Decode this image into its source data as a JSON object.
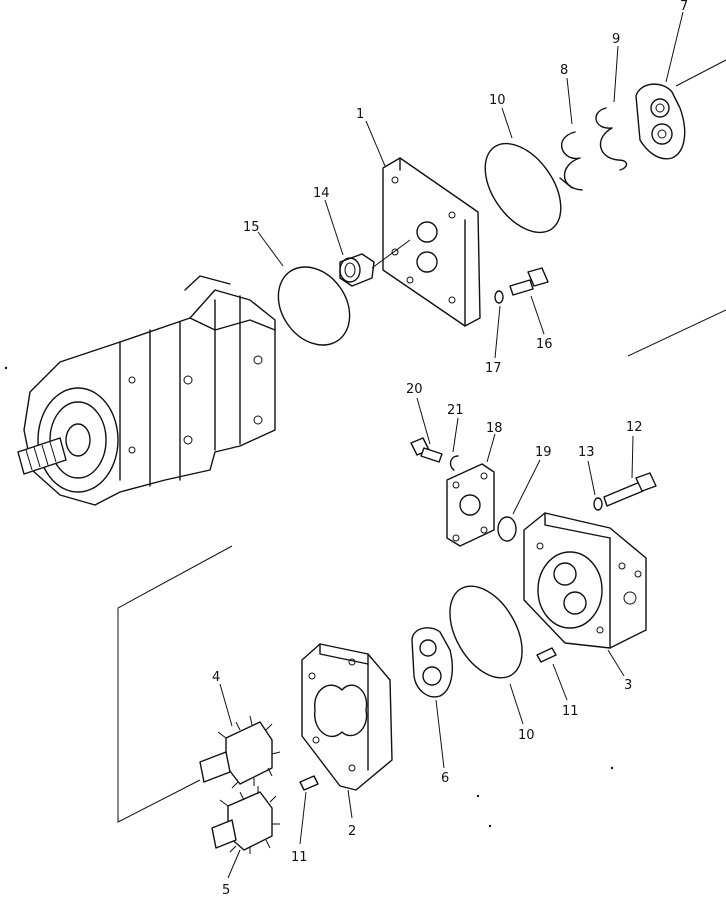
{
  "diagram": {
    "callouts": [
      "1",
      "2",
      "3",
      "4",
      "5",
      "6",
      "7",
      "8",
      "9",
      "10",
      "10",
      "11",
      "11",
      "12",
      "13",
      "14",
      "15",
      "16",
      "17",
      "18",
      "19",
      "20",
      "21"
    ]
  }
}
